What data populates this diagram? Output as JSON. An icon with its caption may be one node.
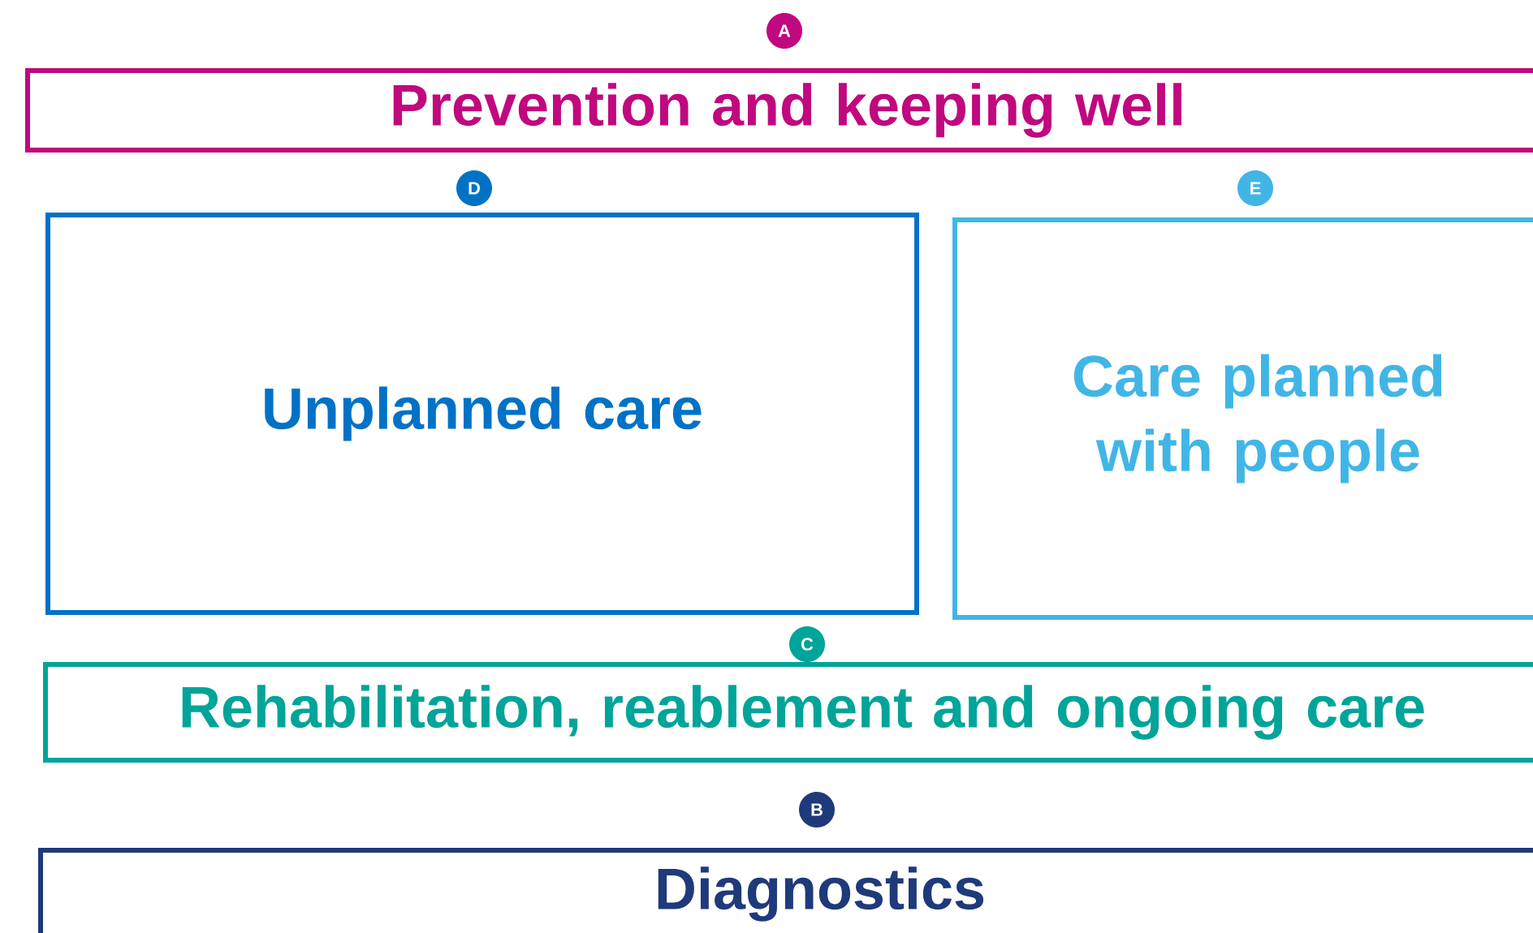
{
  "diagram": {
    "nodes": [
      {
        "text": [
          "A"
        ]
      },
      {
        "text": [
          "Prevention and keeping well"
        ]
      },
      {
        "text": [
          "D"
        ]
      },
      {
        "text": [
          "E"
        ]
      },
      {
        "text": [
          "Unplanned care"
        ]
      },
      {
        "text": [
          "Care planned with people"
        ]
      },
      {
        "text": [
          "C"
        ]
      },
      {
        "text": [
          "Rehabilitation, reablement and ongoing care"
        ]
      },
      {
        "text": [
          "B"
        ]
      },
      {
        "text": [
          "Diagnostics"
        ]
      }
    ]
  }
}
